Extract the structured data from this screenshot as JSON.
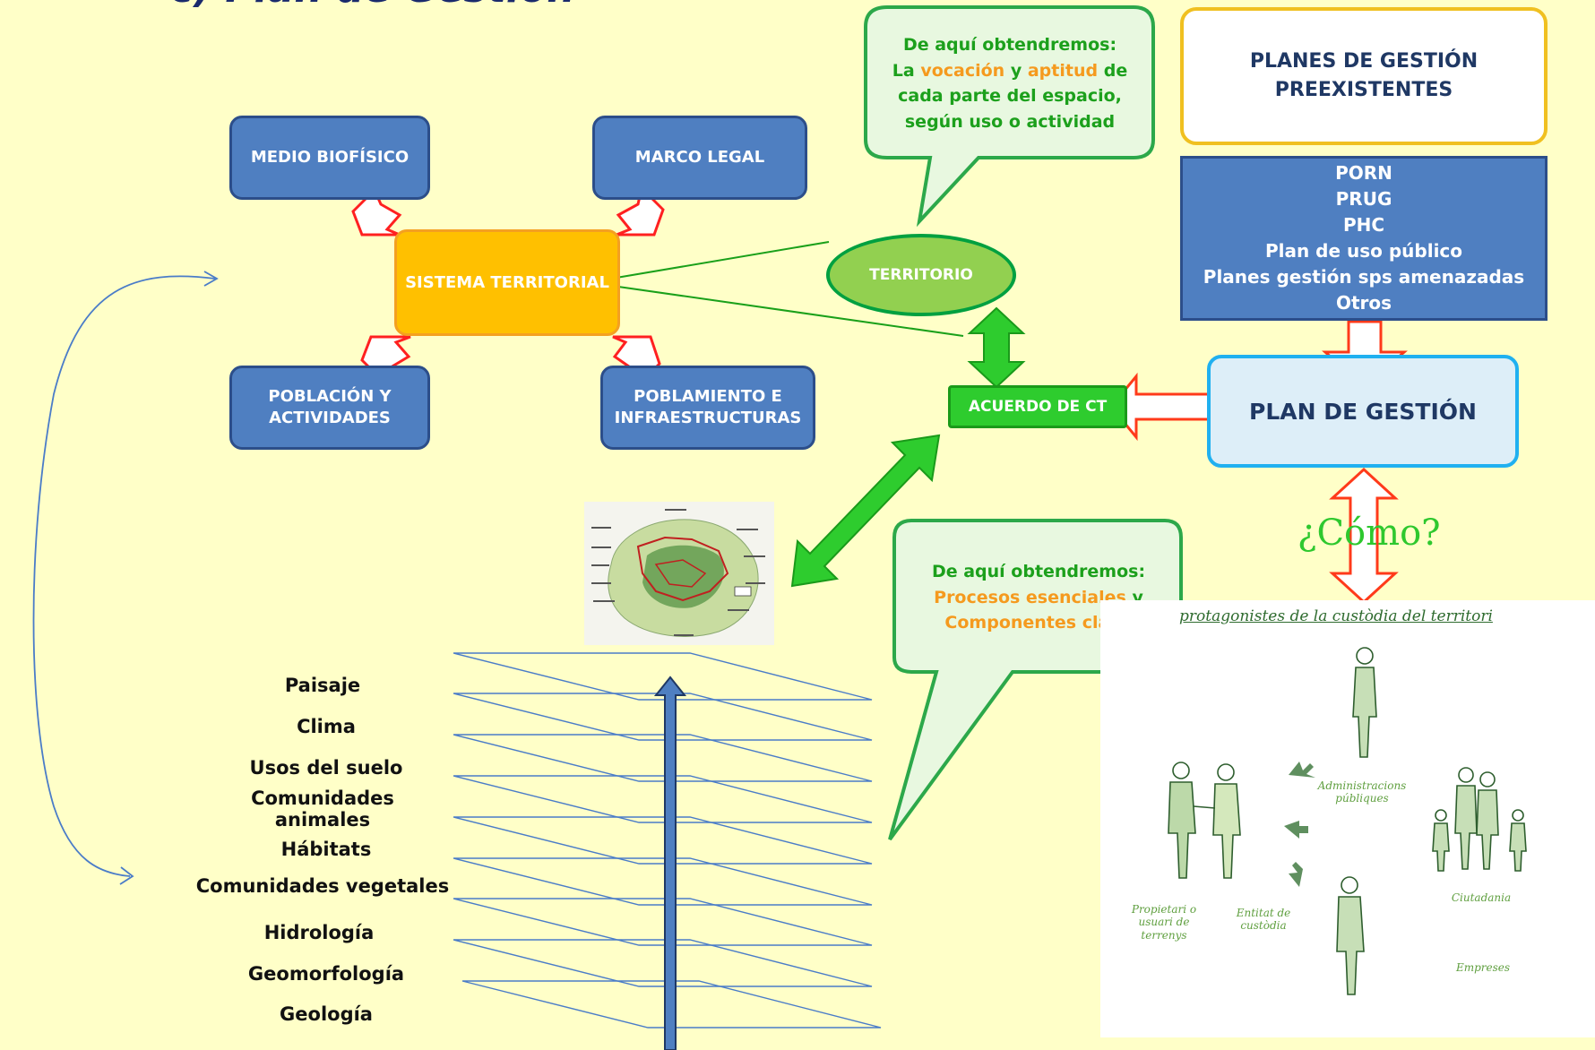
{
  "title": "c) Plan de Gestión",
  "boxes": {
    "medio": "MEDIO BIOFÍSICO",
    "marco": "MARCO LEGAL",
    "poblacion_1": "POBLACIÓN Y",
    "poblacion_2": "ACTIVIDADES",
    "poblamiento_1": "POBLAMIENTO E",
    "poblamiento_2": "INFRAESTRUCTURAS",
    "sistema": "SISTEMA TERRITORIAL",
    "territorio": "TERRITORIO",
    "acuerdo": "ACUERDO DE CT"
  },
  "bubble_top": {
    "line1": "De aquí obtendremos:",
    "line2_a": "La",
    "line2_b": "vocación",
    "line2_c": "y",
    "line2_d": "aptitud",
    "line2_e": "de",
    "line3": "cada parte del espacio,",
    "line4": "según uso o actividad"
  },
  "bubble_bottom": {
    "line1": "De aquí obtendremos:",
    "line2_a": "Procesos esenciales",
    "line2_b": "y",
    "line3": "Componentes clave"
  },
  "planes_pre": {
    "line1": "PLANES DE GESTIÓN",
    "line2": "PREEXISTENTES"
  },
  "planes_list": [
    "PORN",
    "PRUG",
    "PHC",
    "Plan de uso público",
    "Planes gestión sps amenazadas",
    "Otros"
  ],
  "plan_gestion": "PLAN DE GESTIÓN",
  "como": "¿Cómo?",
  "layers": {
    "paisaje": "Paisaje",
    "clima": "Clima",
    "usos": "Usos del suelo",
    "comunidades_animales": "Comunidades animales",
    "habitats": "Hábitats",
    "comunidades_vegetales": "Comunidades vegetales",
    "hidrologia": "Hidrología",
    "geomorfologia": "Geomorfología",
    "geologia": "Geología"
  },
  "illustration": {
    "title": "protagonistes de la custòdia del territori",
    "admin": "Administracions públiques",
    "ciutadania": "Ciutadania",
    "propietari": "Propietari o usuari de terrenys",
    "entitat": "Entitat de custòdia",
    "empreses": "Empreses"
  },
  "colors": {
    "background": "#ffffc8",
    "box_blue": "#4f7fc1",
    "sistema": "#ffc000",
    "territorio": "#92d050",
    "green_arrow": "#2ecc2e",
    "red_arrow": "#ff2020",
    "bubble_border": "#2ca84a"
  }
}
